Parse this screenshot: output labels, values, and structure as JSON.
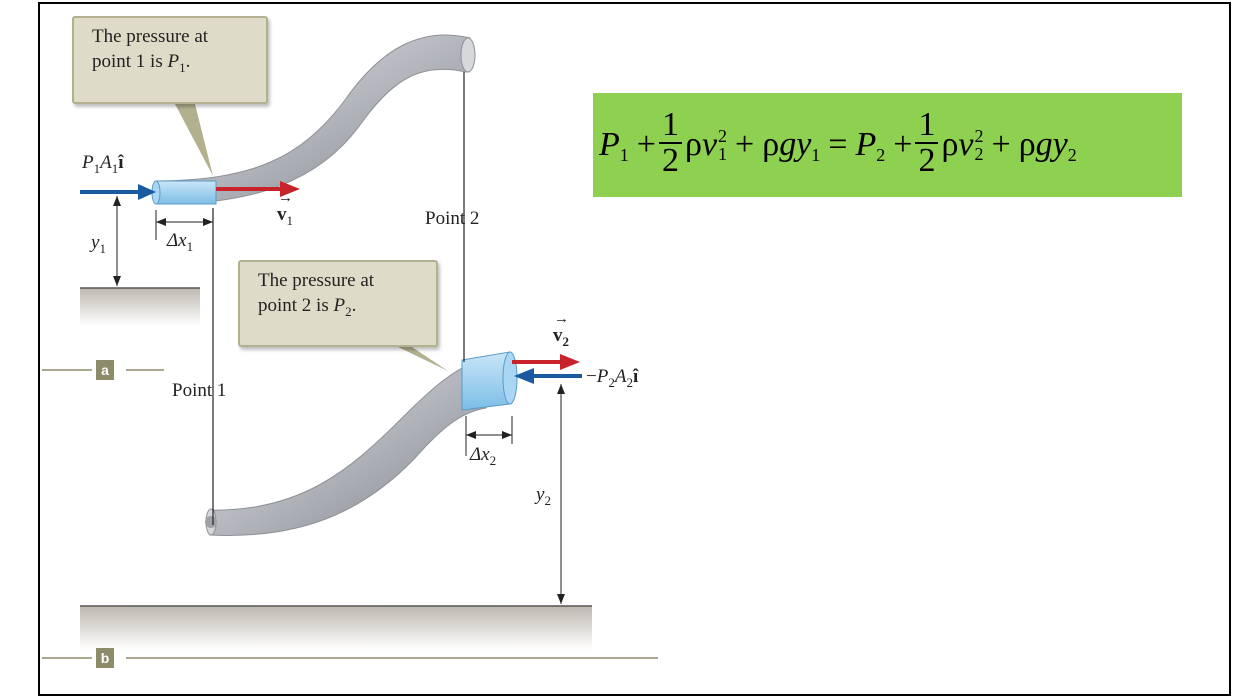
{
  "callouts": {
    "p1_line1": "The pressure at",
    "p1_line2_pre": "point 1 is ",
    "p1_sym": "P",
    "p1_sub": "1",
    "p1_dot": ".",
    "p2_line1": "The pressure at",
    "p2_line2_pre": "point 2 is ",
    "p2_sym": "P",
    "p2_sub": "2",
    "p2_dot": "."
  },
  "labels": {
    "point1": "Point 1",
    "point2": "Point 2",
    "force1_P": "P",
    "force1_Psub": "1",
    "force1_A": "A",
    "force1_Asub": "1",
    "force1_i": "î",
    "force2_minus": "−",
    "force2_P": "P",
    "force2_Psub": "2",
    "force2_A": "A",
    "force2_Asub": "2",
    "force2_i": "î",
    "v1": "v",
    "v1_arrow": "→",
    "v1_sub": "1",
    "v2": "v",
    "v2_arrow": "→",
    "v2_sub": "2",
    "dx1": "Δx",
    "dx1_sub": "1",
    "dx2": "Δx",
    "dx2_sub": "2",
    "y1": "y",
    "y1_sub": "1",
    "y2": "y",
    "y2_sub": "2"
  },
  "tags": {
    "a": "a",
    "b": "b"
  },
  "equation": {
    "P": "P",
    "plus": "+",
    "one": "1",
    "two": "2",
    "rho": "ρ",
    "v": "v",
    "sq": "2",
    "g": "g",
    "y": "y",
    "eq": "=",
    "s1": "1",
    "s2": "2"
  },
  "colors": {
    "equation_bg": "#8ed04f",
    "callout_bg": "#dedcc8",
    "pipe": "#b9bcc1",
    "fluid": "#9ccfee",
    "arrow_blue": "#1a5aa0",
    "arrow_red": "#c8232b"
  }
}
